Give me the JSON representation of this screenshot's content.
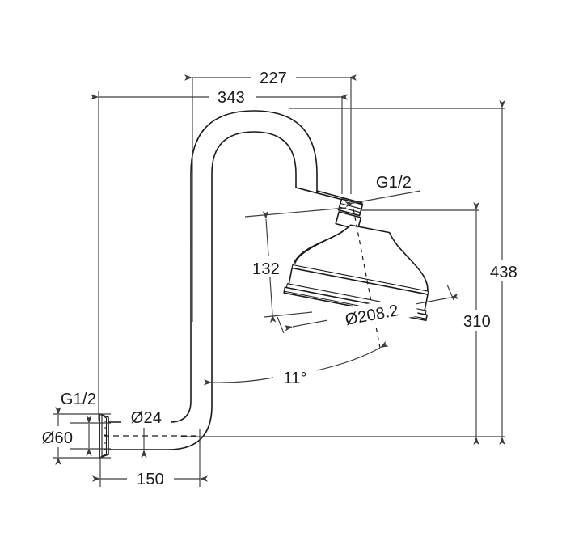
{
  "drawing": {
    "title": "Gooseneck Shower Arm and Shower Head Dimensional Drawing",
    "units": "mm",
    "background_color": "#ffffff",
    "line_color": "#1a1a1a",
    "dimension_color": "#3c3c3c"
  },
  "dimensions": {
    "reach_227": "227",
    "reach_343": "343",
    "height_438": "438",
    "height_310": "310",
    "head_height_132": "132",
    "head_diameter": "Ø208.2",
    "wall_offset_150": "150",
    "pipe_diameter": "Ø24",
    "flange_diameter": "Ø60",
    "thread_inlet": "G1/2",
    "thread_outlet": "G1/2",
    "tilt_angle": "11°"
  },
  "labels": [
    {
      "id": "dim-227",
      "text": "227",
      "role": "horizontal-dimension"
    },
    {
      "id": "dim-343",
      "text": "343",
      "role": "horizontal-dimension"
    },
    {
      "id": "dim-438",
      "text": "438",
      "role": "vertical-dimension"
    },
    {
      "id": "dim-310",
      "text": "310",
      "role": "vertical-dimension"
    },
    {
      "id": "dim-132",
      "text": "132",
      "role": "angled-dimension"
    },
    {
      "id": "dim-208",
      "text": "Ø208.2",
      "role": "diameter-dimension"
    },
    {
      "id": "dim-150",
      "text": "150",
      "role": "horizontal-dimension"
    },
    {
      "id": "dim-24",
      "text": "Ø24",
      "role": "diameter-dimension"
    },
    {
      "id": "dim-60",
      "text": "Ø60",
      "role": "diameter-dimension"
    },
    {
      "id": "thread-inlet",
      "text": "G1/2",
      "role": "thread-callout"
    },
    {
      "id": "thread-outlet",
      "text": "G1/2",
      "role": "thread-callout"
    },
    {
      "id": "angle-11",
      "text": "11°",
      "role": "angle-callout"
    }
  ]
}
